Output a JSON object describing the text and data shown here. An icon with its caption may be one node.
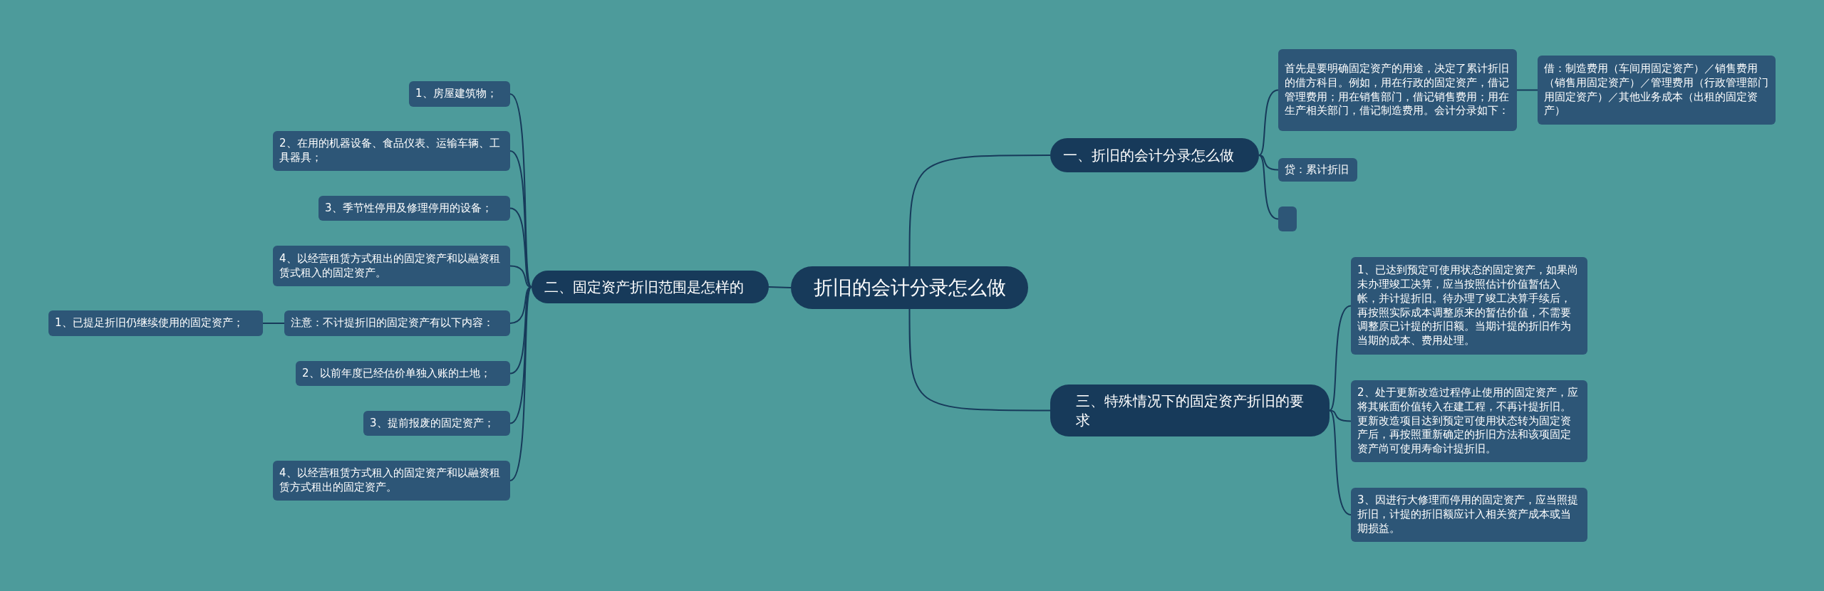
{
  "diagram": {
    "nodes": [
      {
        "text": [
          "折旧的会计分录怎么做"
        ]
      },
      {
        "text": [
          "一、折旧的会计分录怎么做"
        ]
      },
      {
        "text": [
          "首先是要明确固定资产的用途，决定了累计折旧的借方科目。例如，用在行政的固定资产，借记管理费用；用在销售部门，借记销售费用；用在生产相关部门，借记制造费用。会计分录如下："
        ]
      },
      {
        "text": [
          "借：制造费用（车间用固定资产）／销售费用（销售用固定资产）／管理费用（行政管理部门用固定资产）／其他业务成本（出租的固定资产）"
        ]
      },
      {
        "text": [
          "贷：累计折旧"
        ]
      },
      {
        "text": [],
        "shape": "box"
      },
      {
        "text": [
          "二、固定资产折旧范围是怎样的"
        ]
      },
      {
        "text": [
          "1、房屋建筑物；"
        ]
      },
      {
        "text": [
          "2、在用的机器设备、食品仪表、运输车辆、工具器具；"
        ]
      },
      {
        "text": [
          "3、季节性停用及修理停用的设备；"
        ]
      },
      {
        "text": [
          "4、以经营租赁方式租出的固定资产和以融资租赁式租入的固定资产。"
        ]
      },
      {
        "text": [
          "注意：不计提折旧的固定资产有以下内容："
        ]
      },
      {
        "text": [
          "1、已提足折旧仍继续使用的固定资产；"
        ]
      },
      {
        "text": [
          "2、以前年度已经估价单独入账的土地；"
        ]
      },
      {
        "text": [
          "3、提前报废的固定资产；"
        ]
      },
      {
        "text": [
          "4、以经营租赁方式租入的固定资产和以融资租赁方式租出的固定资产。"
        ]
      },
      {
        "text": [
          "三、特殊情况下的固定资产折旧的要求"
        ]
      },
      {
        "text": [
          "1、已达到预定可使用状态的固定资产，如果尚未办理竣工决算，应当按照估计价值暂估入帐，并计提折旧。待办理了竣工决算手续后，再按照实际成本调整原来的暂估价值，不需要调整原已计提的折旧额。当期计提的折旧作为当期的成本、费用处理。"
        ]
      },
      {
        "text": [
          "2、处于更新改造过程停止使用的固定资产，应将其账面价值转入在建工程，不再计提折旧。更新改造项目达到预定可使用状态转为固定资产后，再按照重新确定的折旧方法和该项固定资产尚可使用寿命计提折旧。"
        ]
      },
      {
        "text": [
          "3、因进行大修理而停用的固定资产，应当照提折旧，计提的折旧额应计入相关资产成本或当期损益。"
        ]
      }
    ],
    "edges": [
      {
        "from": 0,
        "to": 1,
        "arrow": "none"
      },
      {
        "from": 0,
        "to": 6,
        "arrow": "none"
      },
      {
        "from": 0,
        "to": 16,
        "arrow": "none"
      },
      {
        "from": 1,
        "to": 2,
        "arrow": "none"
      },
      {
        "from": 1,
        "to": 4,
        "arrow": "none"
      },
      {
        "from": 1,
        "to": 5,
        "arrow": "none"
      },
      {
        "from": 2,
        "to": 3,
        "arrow": "none"
      },
      {
        "from": 6,
        "to": 7,
        "arrow": "none"
      },
      {
        "from": 6,
        "to": 8,
        "arrow": "none"
      },
      {
        "from": 6,
        "to": 9,
        "arrow": "none"
      },
      {
        "from": 6,
        "to": 10,
        "arrow": "none"
      },
      {
        "from": 6,
        "to": 11,
        "arrow": "none"
      },
      {
        "from": 6,
        "to": 13,
        "arrow": "none"
      },
      {
        "from": 6,
        "to": 14,
        "arrow": "none"
      },
      {
        "from": 6,
        "to": 15,
        "arrow": "none"
      },
      {
        "from": 11,
        "to": 12,
        "arrow": "none"
      },
      {
        "from": 16,
        "to": 17,
        "arrow": "none"
      },
      {
        "from": 16,
        "to": 18,
        "arrow": "none"
      },
      {
        "from": 16,
        "to": 19,
        "arrow": "none"
      }
    ]
  }
}
